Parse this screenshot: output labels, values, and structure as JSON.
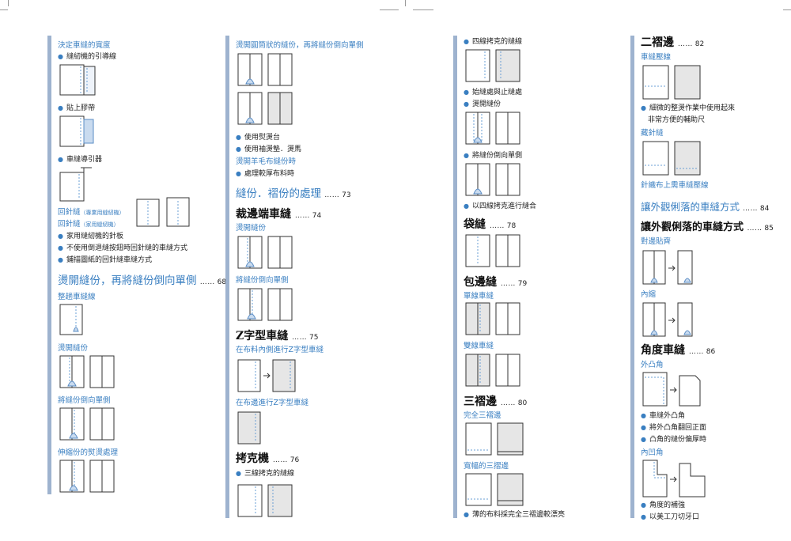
{
  "col1": {
    "s1": "決定車縫的寬度",
    "s1_b1": "縫紉機的引導線",
    "s1_b2": "貼上膠帶",
    "s1_b3": "車縫導引器",
    "s1_sub1": "回針縫",
    "s1_sub1_note": "（專業用縫紉機）",
    "s1_sub2": "回針縫",
    "s1_sub2_note": "（家用縫紉機）",
    "s1_b4": "家用縫紉機的針板",
    "s1_b5": "不使用倒退縫按鈕時回針縫的車縫方式",
    "s1_b6": "鋪描圖紙的回針縫車縫方式",
    "sec2_title": "燙開縫份，再將縫份倒向單側",
    "sec2_page": "68",
    "sec2_s1": "整趟車縫線",
    "sec2_s2": "燙開縫份",
    "sec2_s3": "將縫份倒向單側",
    "sec2_s4": "伸縮份的熨燙處理"
  },
  "col2": {
    "s1": "燙開圓筒狀的縫份，再將縫份倒向單側",
    "b1": "使用熨燙台",
    "b2": "使用袖燙墊．燙馬",
    "s2": "燙開羊毛布縫份時",
    "b3": "處理較厚布料時",
    "sec_title": "縫份．褶份的處理",
    "sec_page": "73",
    "h1": "裁邊端車縫",
    "h1_page": "74",
    "h1_s1": "燙開縫份",
    "h1_s2": "將縫份倒向單側",
    "h2": "Z字型車縫",
    "h2_page": "75",
    "h2_s1": "在布料內側進行Z字型車縫",
    "h2_s2": "在布邊進行Z字型車縫",
    "h3": "拷克機",
    "h3_page": "76",
    "h3_b1": "三線拷克的縫線"
  },
  "col3": {
    "b1": "四線拷克的縫線",
    "b2": "始縫處與止縫處",
    "b3": "燙開縫份",
    "b4": "將縫份倒向單側",
    "b5": "以四線拷克進行縫合",
    "h1": "袋縫",
    "h1_page": "78",
    "h2": "包邊縫",
    "h2_page": "79",
    "h2_s1": "單線車縫",
    "h2_s2": "雙線車縫",
    "h3": "三褶邊",
    "h3_page": "80",
    "h3_s1": "完全三褶邊",
    "h3_s2": "寬幅的三摺邊",
    "b6": "薄的布料採完全三褶邊較漂亮"
  },
  "col4": {
    "h1": "二褶邊",
    "h1_page": "82",
    "s1": "車縫壓線",
    "b1": "細微的整燙作業中使用起來",
    "b1_cont": "非常方便的輔助尺",
    "s2": "藏針縫",
    "s3": "針織布上需車縫壓線",
    "sec_title": "讓外觀俐落的車縫方式",
    "sec_page": "84",
    "h2": "讓外觀俐落的車縫方式",
    "h2_page": "85",
    "h2_s1": "對邊貼齊",
    "h2_s2": "內縮",
    "h3": "角度車縫",
    "h3_page": "86",
    "h3_s1": "外凸角",
    "b2": "車縫外凸角",
    "b3": "將外凸角翻回正面",
    "b4": "凸角的縫份偏厚時",
    "h3_s2": "內凹角",
    "b5": "角度的補強",
    "b6": "以美工刀切牙口"
  },
  "leader": "……",
  "colors": {
    "accent": "#3a7fc1",
    "bar": "#9eb3cf"
  }
}
